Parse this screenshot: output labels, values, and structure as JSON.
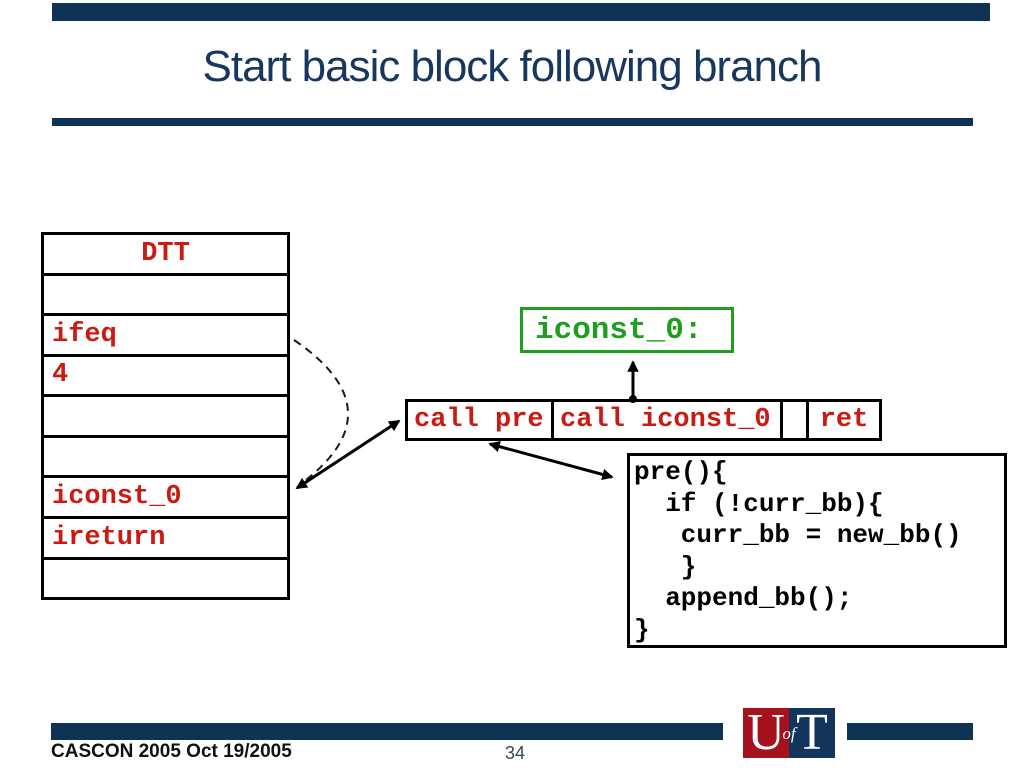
{
  "header": {
    "title": "Start basic block following branch"
  },
  "dtt": {
    "rows": [
      "DTT",
      "",
      "ifeq",
      "4",
      "",
      "",
      "iconst_0",
      "ireturn",
      ""
    ]
  },
  "green_box": {
    "label": "iconst_0:"
  },
  "instr_table": {
    "cells": [
      "call pre",
      "call iconst_0",
      "",
      "ret"
    ]
  },
  "code_box": {
    "lines": [
      "pre(){",
      "  if (!curr_bb){",
      "   curr_bb = new_bb()",
      "   }",
      "  append_bb();",
      "}"
    ]
  },
  "footer": {
    "credit": "CASCON 2005 Oct 19/2005",
    "page_number": "34",
    "logo": {
      "left_letter": "U",
      "middle_word": "of",
      "right_letter": "T"
    }
  },
  "colors": {
    "navy_bar": "#0e3355",
    "title_text": "#17375e",
    "red_text": "#cc1a12",
    "green": "#1f9e1f",
    "logo_red": "#a5121d",
    "logo_navy": "#12355c"
  }
}
